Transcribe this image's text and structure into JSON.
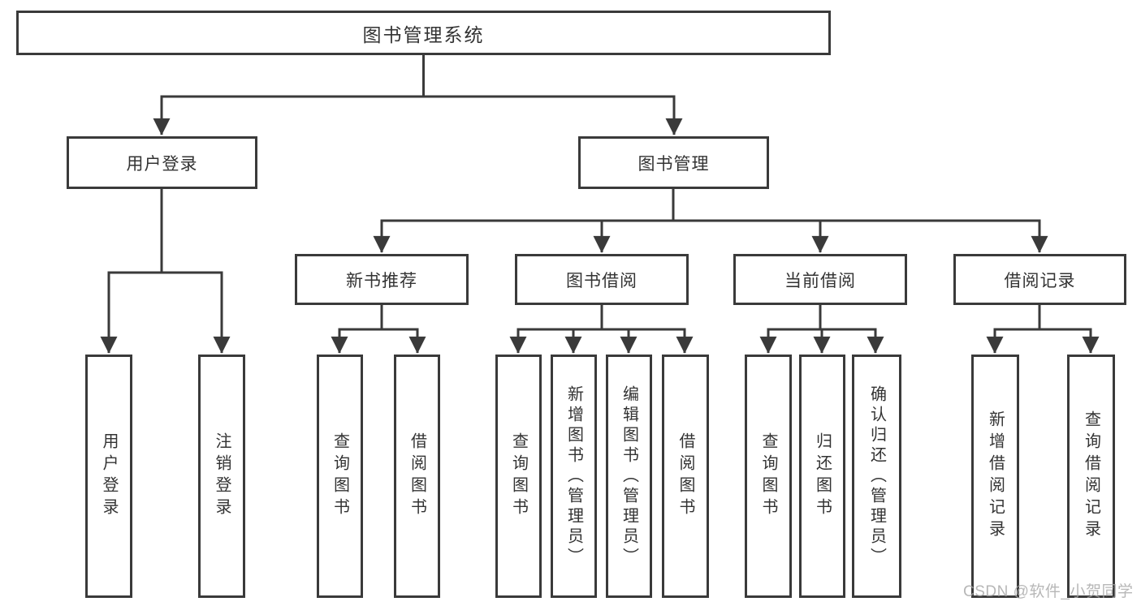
{
  "diagram_title": "图书管理系统",
  "colors": {
    "line": "#3a3a3a",
    "text": "#333333",
    "background": "#ffffff",
    "watermark": "#a6a6a6"
  },
  "nodes": {
    "root": {
      "label": "图书管理系统"
    },
    "user_login": {
      "label": "用户登录"
    },
    "book_management": {
      "label": "图书管理"
    },
    "new_book_recommend": {
      "label": "新书推荐"
    },
    "book_borrowing": {
      "label": "图书借阅"
    },
    "current_borrowing": {
      "label": "当前借阅"
    },
    "borrowing_records": {
      "label": "借阅记录"
    },
    "leaf_user_login": {
      "label": "用户登录"
    },
    "leaf_logout": {
      "label": "注销登录"
    },
    "leaf_nb_query_books": {
      "label": "查询图书"
    },
    "leaf_nb_borrow_books": {
      "label": "借阅图书"
    },
    "leaf_bb_query_books": {
      "label": "查询图书"
    },
    "leaf_bb_add_books": {
      "label": "新增图书（管理员）"
    },
    "leaf_bb_edit_books": {
      "label": "编辑图书（管理员）"
    },
    "leaf_bb_borrow_books": {
      "label": "借阅图书"
    },
    "leaf_cb_query_books": {
      "label": "查询图书"
    },
    "leaf_cb_return_books": {
      "label": "归还图书"
    },
    "leaf_cb_confirm_return": {
      "label": "确认归还（管理员）"
    },
    "leaf_br_add_record": {
      "label": "新增借阅记录"
    },
    "leaf_br_query_record": {
      "label": "查询借阅记录"
    }
  },
  "watermark": "CSDN @软件_小贺同学"
}
